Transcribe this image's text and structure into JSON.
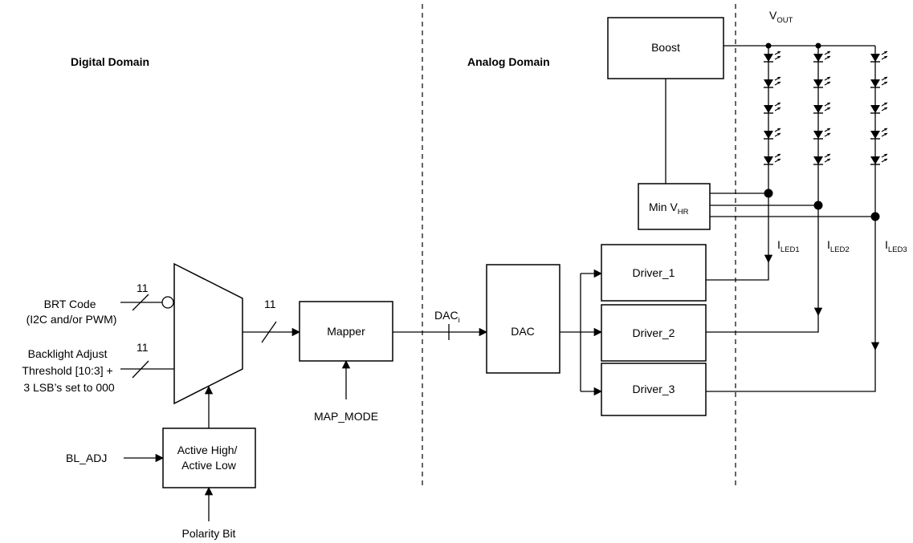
{
  "domains": {
    "digital": "Digital Domain",
    "analog": "Analog Domain"
  },
  "inputs": {
    "brt_code": [
      "BRT Code",
      "(I2C and/or PWM)"
    ],
    "bl_adjust": [
      "Backlight Adjust",
      "Threshold [10:3] +",
      "3 LSB’s set to 000"
    ],
    "bl_adj": "BL_ADJ",
    "polarity": "Polarity Bit",
    "map_mode": "MAP_MODE"
  },
  "bus_widths": {
    "brt": "11",
    "threshold": "11",
    "mux_out": "11"
  },
  "blocks": {
    "polarity_logic": [
      "Active High/",
      "Active Low"
    ],
    "mapper": "Mapper",
    "dac": "DAC",
    "boost": "Boost",
    "min_vhr": {
      "main": "Min V",
      "sub": "HR"
    },
    "drivers": [
      "Driver_1",
      "Driver_2",
      "Driver_3"
    ]
  },
  "signals": {
    "dac_bus": {
      "main": "DAC",
      "sub": "i"
    },
    "vout": {
      "main": "V",
      "sub": "OUT"
    },
    "led_currents": [
      {
        "main": "I",
        "sub": "LED1"
      },
      {
        "main": "I",
        "sub": "LED2"
      },
      {
        "main": "I",
        "sub": "LED3"
      }
    ]
  },
  "led_strings": {
    "count": 3,
    "leds_per_string": 5
  }
}
